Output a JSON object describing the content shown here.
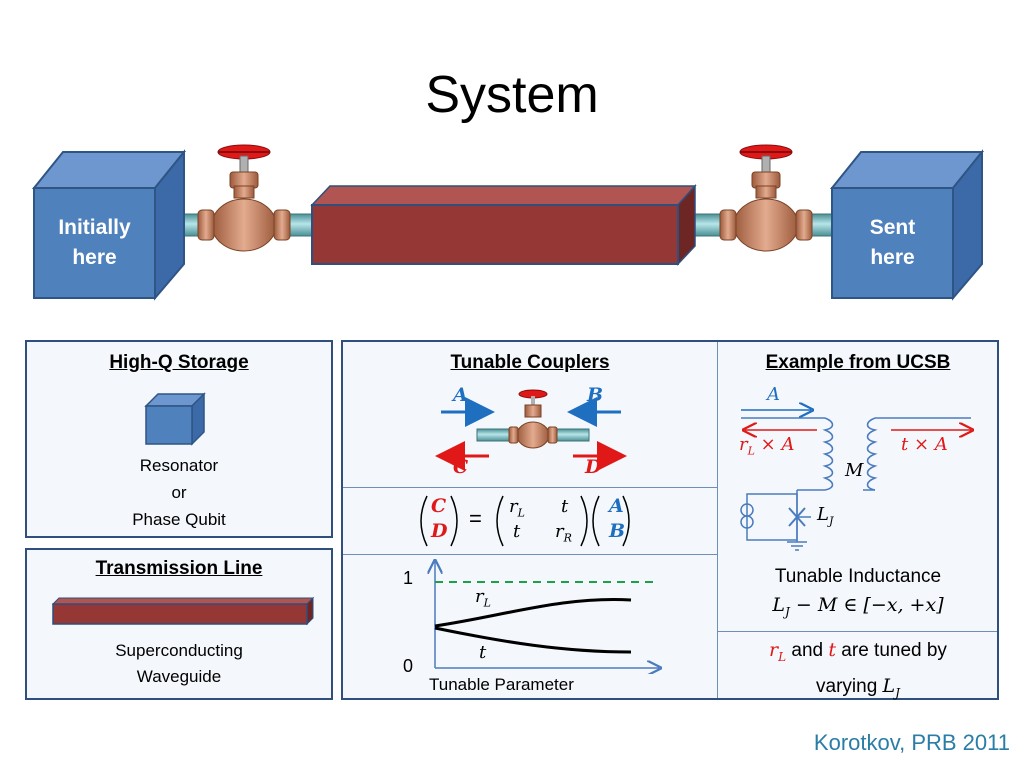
{
  "title": "System",
  "top": {
    "left_box_line1": "Initially",
    "left_box_line2": "here",
    "right_box_line1": "Sent",
    "right_box_line2": "here"
  },
  "storage": {
    "heading": "High-Q Storage",
    "line1": "Resonator",
    "line2": "or",
    "line3": "Phase Qubit"
  },
  "transmission": {
    "heading": "Transmission Line",
    "line1": "Superconducting",
    "line2": "Waveguide"
  },
  "couplers": {
    "heading": "Tunable Couplers",
    "in_a": "A",
    "in_b": "B",
    "out_c": "C",
    "out_d": "D",
    "matrix_eq": "=",
    "m11": "r",
    "m11_sub": "L",
    "m12": "t",
    "m21": "t",
    "m22": "r",
    "m22_sub": "R"
  },
  "plot": {
    "y_top": "1",
    "y_bottom": "0",
    "curve_rl": "r",
    "curve_rl_sub": "L",
    "curve_t": "t",
    "xlabel": "Tunable Parameter"
  },
  "ucsb": {
    "heading": "Example from UCSB",
    "wave_a": "A",
    "refl_r": "r",
    "refl_sub": "L",
    "refl_times": " × A",
    "trans": "t × A",
    "m_label": "M",
    "lj": "L",
    "lj_sub": "J",
    "tunable_title": "Tunable Inductance",
    "tunable_expr_L": "L",
    "tunable_expr_sub": "J",
    "tunable_expr_rest": " − M ∈ [−x, +x]",
    "note_r": "r",
    "note_r_sub": "L",
    "note_and": " and ",
    "note_t": "t",
    "note_rest": " are tuned by",
    "note_line2": "varying ",
    "note_lj": "L",
    "note_lj_sub": "J"
  },
  "citation": "Korotkov, PRB 2011",
  "colors": {
    "box_blue": "#4f81bd",
    "waveguide_red": "#953735",
    "pipe_teal": "#7fc4c8",
    "valve_copper": "#c8866a",
    "valve_red": "#e01818",
    "plot_blue": "#4a7bbf",
    "dashed_green": "#1ca04a"
  }
}
